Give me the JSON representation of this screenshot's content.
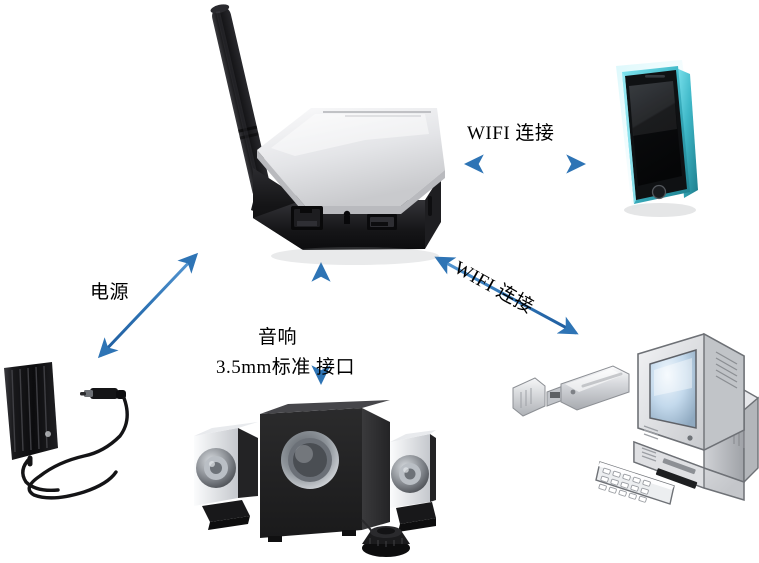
{
  "diagram": {
    "title": "Wireless Router Connection Diagram",
    "background_color": "#ffffff",
    "arrow_color": "#2E74B5",
    "arrow_color_dark": "#1F5C9E",
    "text_color": "#000000",
    "labels": {
      "wifi_phone": "WIFI  连接",
      "wifi_computer": "WIFI  连接",
      "power": "电源",
      "audio_line1": "音响",
      "audio_line2": "3.5mm标准 接口"
    },
    "nodes": [
      {
        "id": "router",
        "name": "wireless-router",
        "label": "3G Wireless Router with Antenna",
        "body_color": "#1a1a1c",
        "top_color": "#e8e9eb",
        "antenna_color": "#0d0d0f",
        "ports": [
          "RJ45 Ethernet",
          "Reset Button",
          "USB"
        ]
      },
      {
        "id": "phone",
        "name": "smartphone",
        "label": "Smartphone",
        "screen_color": "#101214",
        "edge_color": "#4fc7d4"
      },
      {
        "id": "computer",
        "name": "desktop-computer",
        "label": "Desktop Computer (CRT)",
        "case_color": "#d9dade",
        "screen_color": "#c9dcea"
      },
      {
        "id": "usb-adapter",
        "name": "usb-wifi-adapter",
        "label": "USB WiFi Adapter",
        "body_color": "#c9cbcf"
      },
      {
        "id": "power-adapter",
        "name": "power-adapter",
        "label": "Power Adapter",
        "body_color": "#131315"
      },
      {
        "id": "speakers",
        "name": "speaker-system",
        "label": "2.1 Speaker System",
        "subwoofer_color": "#232324",
        "satellite_color": "#e2e4e8"
      }
    ],
    "connections": [
      {
        "id": "conn-power",
        "from": "power-adapter",
        "to": "router",
        "label": "电源",
        "style": "double-arrow"
      },
      {
        "id": "conn-audio",
        "from": "router",
        "to": "speakers",
        "label": "音响 3.5mm标准 接口",
        "style": "double-arrow"
      },
      {
        "id": "conn-wifi-phone",
        "from": "router",
        "to": "phone",
        "label": "WIFI  连接",
        "style": "double-arrow"
      },
      {
        "id": "conn-wifi-pc",
        "from": "router",
        "to": "computer",
        "label": "WIFI  连接",
        "style": "double-arrow"
      }
    ]
  }
}
